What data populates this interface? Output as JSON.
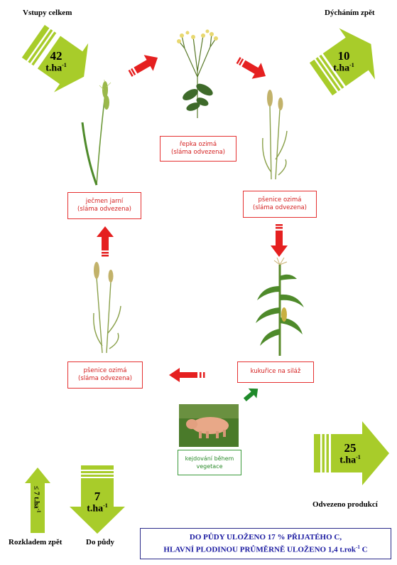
{
  "labels": {
    "inputs_total": "Vstupy celkem",
    "respiration_back": "Dýcháním zpět",
    "removed_by_production": "Odvezeno produkcí",
    "decomposition_back": "Rozkladem zpět",
    "into_soil": "Do půdy"
  },
  "flows": {
    "inputs": {
      "value": "42",
      "unit": "t.ha",
      "exp": "-1"
    },
    "respiration": {
      "value": "10",
      "unit": "t.ha",
      "exp": "-1"
    },
    "removed": {
      "value": "25",
      "unit": "t.ha",
      "exp": "-1"
    },
    "soil": {
      "value": "7",
      "unit": "t.ha",
      "exp": "-1"
    },
    "decomposition": {
      "value": "≤ 7 t.ha",
      "exp": "-1"
    }
  },
  "crops": {
    "repka": {
      "line1": "řepka ozimá",
      "line2": "(sláma odvezena)"
    },
    "psenice1": {
      "line1": "pšenice ozimá",
      "line2": "(sláma odvezena)"
    },
    "kukurice": {
      "line1": "kukuřice na siláž"
    },
    "psenice2": {
      "line1": "pšenice ozimá",
      "line2": "(sláma odvezena)"
    },
    "jecmen": {
      "line1": "ječmen jarní",
      "line2": "(sláma odvezena)"
    }
  },
  "manure": {
    "line1": "kejdování během",
    "line2": "vegetace"
  },
  "summary": {
    "line1": "DO PŮDY ULOŽENO 17 % PŘIJATÉHO C,",
    "line2_prefix": "HLAVNÍ PLODINOU PRŮMĚRNĚ ULOŽENO 1,4 t.rok",
    "line2_exp": "-1",
    "line2_suffix": " C"
  },
  "colors": {
    "green_arrow": "#a8cc2a",
    "green_arrow_dark": "#86a818",
    "red_arrow": "#e52020",
    "green_small_arrow": "#1f8a2a",
    "crop_box_border": "#e53030",
    "summary_border": "#2a2a8a"
  }
}
